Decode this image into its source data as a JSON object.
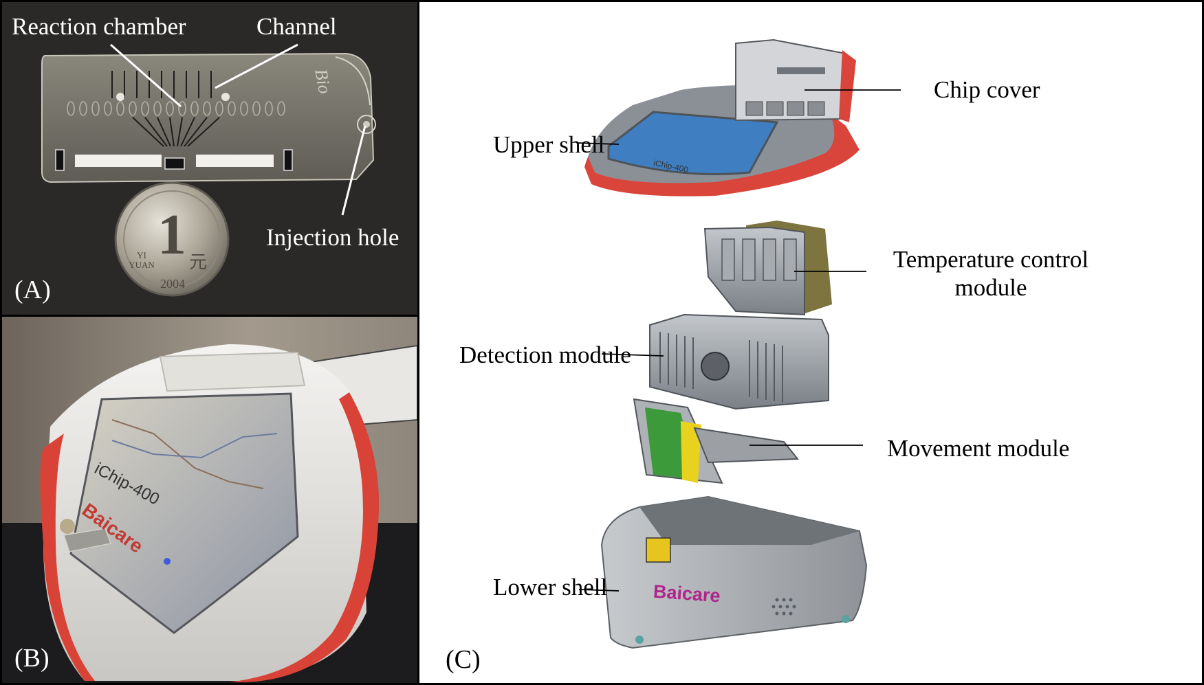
{
  "panel_a": {
    "letter": "(A)",
    "labels": {
      "reaction_chamber": "Reaction chamber",
      "channel": "Channel",
      "injection_hole": "Injection hole"
    },
    "coin": {
      "numeral": "1",
      "text_yuan_pinyin": "YI\nYUAN",
      "text_yuan_cn": "元",
      "year": "2004"
    },
    "chip_mark": "Bio"
  },
  "panel_b": {
    "letter": "(B)",
    "device_model": "iChip-400",
    "brand": "Baicare"
  },
  "panel_c": {
    "letter": "(C)",
    "labels": {
      "chip_cover": "Chip cover",
      "upper_shell": "Upper shell",
      "temperature_control_module": "Temperature control\nmodule",
      "detection_module": "Detection module",
      "movement_module": "Movement module",
      "lower_shell": "Lower shell"
    },
    "device_model": "iChip-400",
    "brand": "Baicare"
  },
  "colors": {
    "shell_red": "#d9453a",
    "screen_blue": "#3f7fc1",
    "module_gray": "#8c9196",
    "heater_olive": "#7d7440",
    "pcb_green": "#3c9a3a",
    "pcb_yellow": "#e8d21e",
    "brand_magenta": "#b0258c"
  }
}
